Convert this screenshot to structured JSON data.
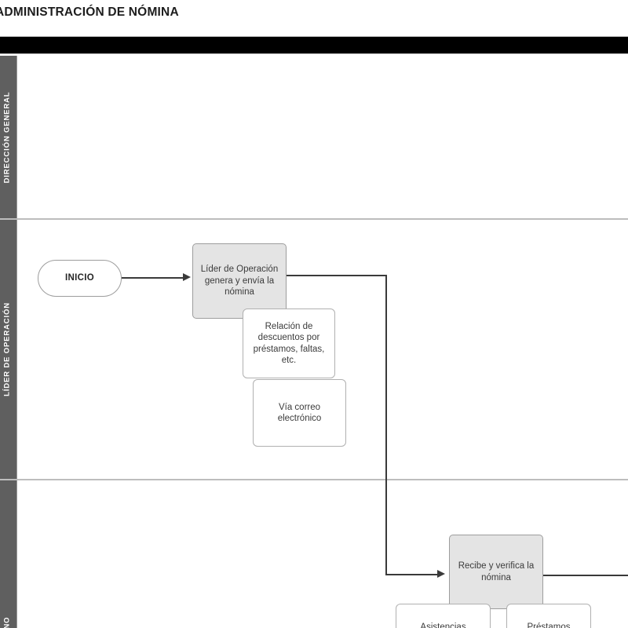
{
  "document": {
    "title": "ADMINISTRACIÓN DE NÓMINA"
  },
  "colors": {
    "lane_band": "#5f5f5f",
    "lane_label_text": "#ffffff",
    "header_bar": "#000000",
    "process_fill": "#e4e4e4",
    "note_fill": "#ffffff",
    "shape_border": "#9d9d9d",
    "connector": "#3a3a3a",
    "divider": "#bdbdbd"
  },
  "pool": {
    "lanes": [
      {
        "id": "direccion-general",
        "label": "DIRECCIÓN GENERAL"
      },
      {
        "id": "lider-de-operacion",
        "label": "LÍDER DE OPERACIÓN"
      },
      {
        "id": "recursos-humano",
        "label": "HUMANO"
      }
    ]
  },
  "nodes": {
    "inicio": {
      "label": "INICIO",
      "type": "terminator",
      "lane": "lider-de-operacion"
    },
    "genera_nomina": {
      "label": "Líder de Operación genera y envía la nómina",
      "type": "process",
      "lane": "lider-de-operacion"
    },
    "nota_relacion": {
      "label": "Relación de descuentos por préstamos, faltas, etc.",
      "type": "note",
      "lane": "lider-de-operacion"
    },
    "nota_correo": {
      "label": "Vía correo electrónico",
      "type": "note",
      "lane": "lider-de-operacion"
    },
    "recibe_verifica": {
      "label": "Recibe y verifica la nómina",
      "type": "process",
      "lane": "recursos-humano"
    },
    "nota_asistencias": {
      "label": "Asistencias",
      "type": "note",
      "lane": "recursos-humano"
    },
    "nota_prestamos": {
      "label": "Préstamos",
      "type": "note",
      "lane": "recursos-humano"
    }
  },
  "connectors": [
    {
      "id": "inicio-to-genera",
      "from": "inicio",
      "to": "genera_nomina",
      "arrow": "right"
    },
    {
      "id": "genera-to-recibe",
      "from": "genera_nomina",
      "to": "recibe_verifica",
      "arrow": "right"
    },
    {
      "id": "recibe-to-next",
      "from": "recibe_verifica",
      "to": "",
      "arrow": "none"
    }
  ]
}
